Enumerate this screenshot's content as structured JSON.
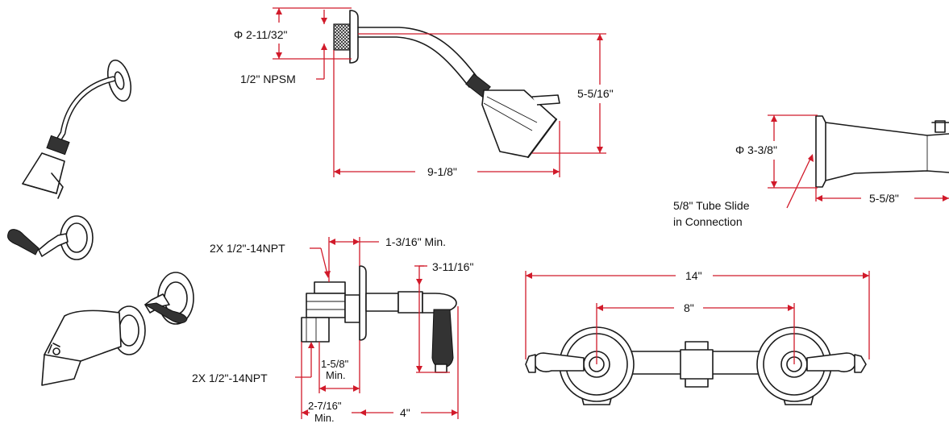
{
  "labels": {
    "shower_flange_diameter": "Φ 2-11/32\"",
    "shower_thread": "1/2\" NPSM",
    "shower_height": "5-5/16\"",
    "shower_reach": "9-1/8\"",
    "spout_diameter": "Φ 3-3/8\"",
    "spout_reach": "5-5/8\"",
    "spout_connection_line1": "5/8\" Tube Slide",
    "spout_connection_line2": "in Connection",
    "valve_inlet_top": "2X 1/2\"-14NPT",
    "valve_inlet_bottom": "2X 1/2\"-14NPT",
    "valve_depth_min": "1-3/16\" Min.",
    "valve_handle_height": "3-11/16\"",
    "valve_body_line1": "1-5/8\"",
    "valve_body_line2": "Min.",
    "valve_wall_line1": "2-7/16\"",
    "valve_wall_line2": "Min.",
    "valve_handle_reach": "4\"",
    "front_overall_width": "14\"",
    "front_center_spacing": "8\""
  },
  "colors": {
    "dimension": "#d11a2a",
    "ink": "#1a1a1a",
    "background": "#ffffff"
  }
}
